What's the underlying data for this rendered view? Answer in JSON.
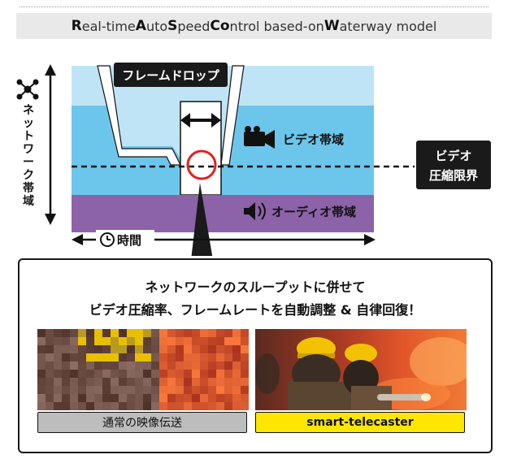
{
  "header": {
    "title_parts": [
      {
        "bold": "R",
        "rest": "eal-time "
      },
      {
        "bold": "A",
        "rest": "uto "
      },
      {
        "bold": "S",
        "rest": "peed "
      },
      {
        "bold": "Co",
        "rest": "ntrol based-on "
      },
      {
        "bold": "W",
        "rest": "aterway model"
      }
    ]
  },
  "diagram": {
    "y_axis_label": [
      "ネ",
      "ッ",
      "ト",
      "ワ",
      "ー",
      "ク",
      "帯",
      "域"
    ],
    "frame_drop_label": "フレームドロップ",
    "video_band_label": "ビデオ帯域",
    "audio_band_label": "オーディオ帯域",
    "compression_limit_label": [
      "ビデオ",
      "圧縮限界"
    ],
    "time_label": "時間",
    "icons": [
      "network-icon",
      "camera-icon",
      "speaker-icon",
      "clock-icon"
    ],
    "colors": {
      "water_light": "#bfe4f6",
      "water_mid": "#6cc6ec",
      "audio": "#8c62a8",
      "highlight": "#e02020",
      "label_bg": "#1a1a1a"
    }
  },
  "panel": {
    "headline_line1": "ネットワークのスループットに併せて",
    "headline_line2": "ビデオ圧縮率、フレームレートを自動調整 & 自律回復！",
    "left_caption": "通常の映像伝送",
    "right_caption": "smart-telecaster",
    "left_caption_color": "#bdbdbd",
    "right_caption_color": "#ffe600"
  }
}
